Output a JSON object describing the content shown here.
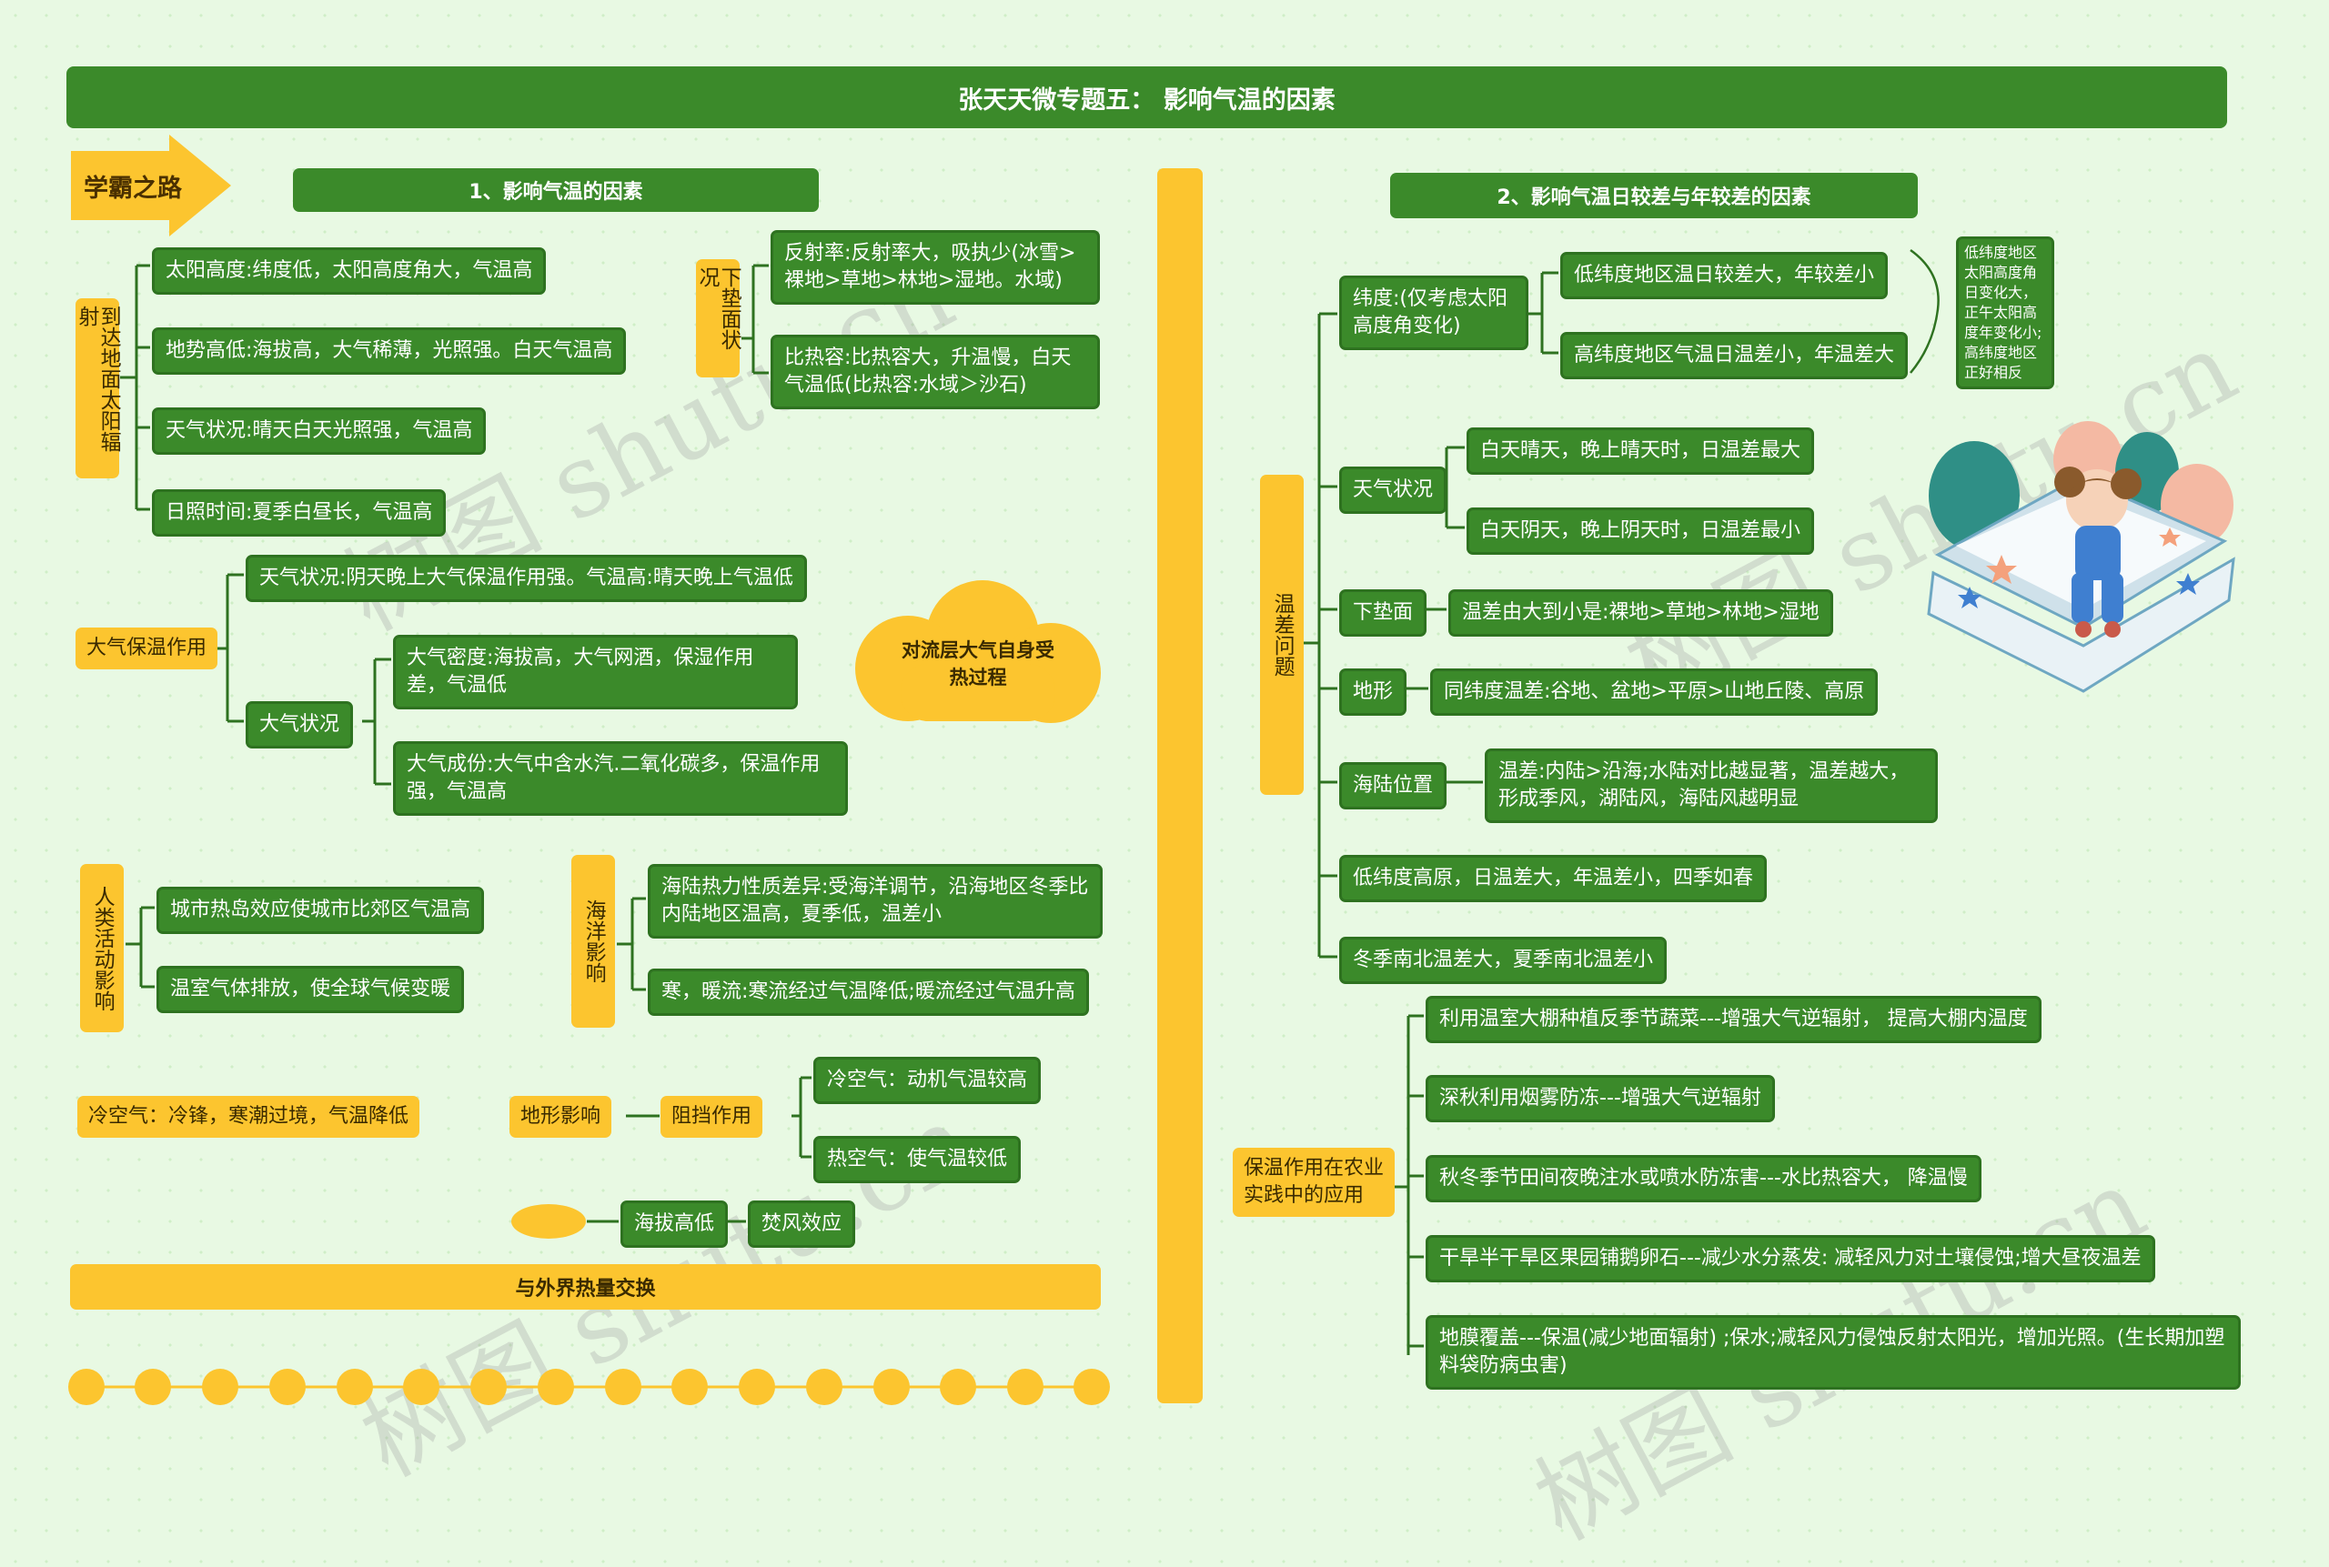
{
  "title": "张天天微专题五：  影响气温的因素",
  "badge": "学霸之路",
  "section1": {
    "header": "1、影响气温的因素",
    "radiation": {
      "label": "到达地面太阳辐射",
      "items": [
        "太阳高度:纬度低，太阳高度角大，气温高",
        "地势高低:海拔高，大气稀薄，光照强。白天气温高",
        "天气状况:晴天白天光照强，气温高",
        "日照时间:夏季白昼长，气温高"
      ]
    },
    "underlying": {
      "label": "下垫面状况",
      "items": [
        "反射率:反射率大，吸执少(冰雪>裸地>草地>林地>湿地。水域)",
        "比热容:比热容大，升温慢，白天气温低(比热容:水域＞沙石)"
      ]
    },
    "insulation": {
      "label": "大气保温作用",
      "weather": "天气状况:阴天晚上大气保温作用强。气温高:晴天晚上气温低",
      "atm_label": "大气状况",
      "atm_items": [
        "大气密度:海拔高，大气网酒，保湿作用差，气温低",
        "大气成份:大气中含水汽.二氧化碳多，保温作用强，气温高"
      ]
    },
    "cloud": "对流层大气自身受热过程",
    "human": {
      "label": "人类活动影响",
      "items": [
        "城市热岛效应使城市比郊区气温高",
        "温室气体排放，使全球气候变暖"
      ]
    },
    "ocean": {
      "label": "海洋影响",
      "items": [
        "海陆热力性质差异:受海洋调节，沿海地区冬季比内陆地区温高，夏季低，温差小",
        "寒，暖流:寒流经过气温降低;暖流经过气温升高"
      ]
    },
    "cold_air": "冷空气：冷锋，寒潮过境，气温降低",
    "terrain": {
      "label": "地形影响",
      "block": "阻挡作用",
      "items": [
        "冷空气：动机气温较高",
        "热空气：使气温较低"
      ]
    },
    "altitude": "海拔高低",
    "foehn": "焚风效应",
    "exchange": "与外界热量交换"
  },
  "section2": {
    "header": "2、影响气温日较差与年较差的因素",
    "range_label": "温差问题",
    "latitude": {
      "label": "纬度:(仅考虑太阳高度角变化)",
      "items": [
        "低纬度地区温日较差大，年较差小",
        "高纬度地区气温日温差小，年温差大"
      ],
      "note": "低纬度地区太阳高度角日变化大，正午太阳高度年变化小;高纬度地区正好相反"
    },
    "weather": {
      "label": "天气状况",
      "items": [
        "白天晴天，晚上晴天时，日温差最大",
        "白天阴天，晚上阴天时，日温差最小"
      ]
    },
    "underlying": {
      "label": "下垫面",
      "item": "温差由大到小是:裸地>草地>林地>湿地"
    },
    "terrain": {
      "label": "地形",
      "item": "同纬度温差:谷地、盆地>平原>山地丘陵、高原"
    },
    "land_sea": {
      "label": "海陆位置",
      "item": "温差:内陆>沿海;水陆对比越显著，温差越大，形成季风，湖陆风，海陆风越明显"
    },
    "plateau": "低纬度高原，日温差大，年温差小，四季如春",
    "winter_summer": "冬季南北温差大，夏季南北温差小",
    "agri": {
      "label": "保温作用在农业实践中的应用",
      "items": [
        "利用温室大棚种植反季节蔬菜---增强大气逆辐射，  提高大棚内温度",
        "深秋利用烟雾防冻---增强大气逆辐射",
        "秋冬季节田间夜晚注水或喷水防冻害---水比热容大，  降温慢",
        "干旱半干旱区果园铺鹅卵石---减少水分蒸发: 减轻风力对土壤侵蚀;增大昼夜温差",
        "地膜覆盖---保温(减少地面辐射) ;保水;减轻风力侵蚀反射太阳光，增加光照。(生长期加塑料袋防病虫害)"
      ]
    }
  },
  "watermark": "树图 shutu.cn",
  "colors": {
    "green": "#3b8a2a",
    "yellow": "#fcc52f",
    "background": "#e8f9e3"
  }
}
